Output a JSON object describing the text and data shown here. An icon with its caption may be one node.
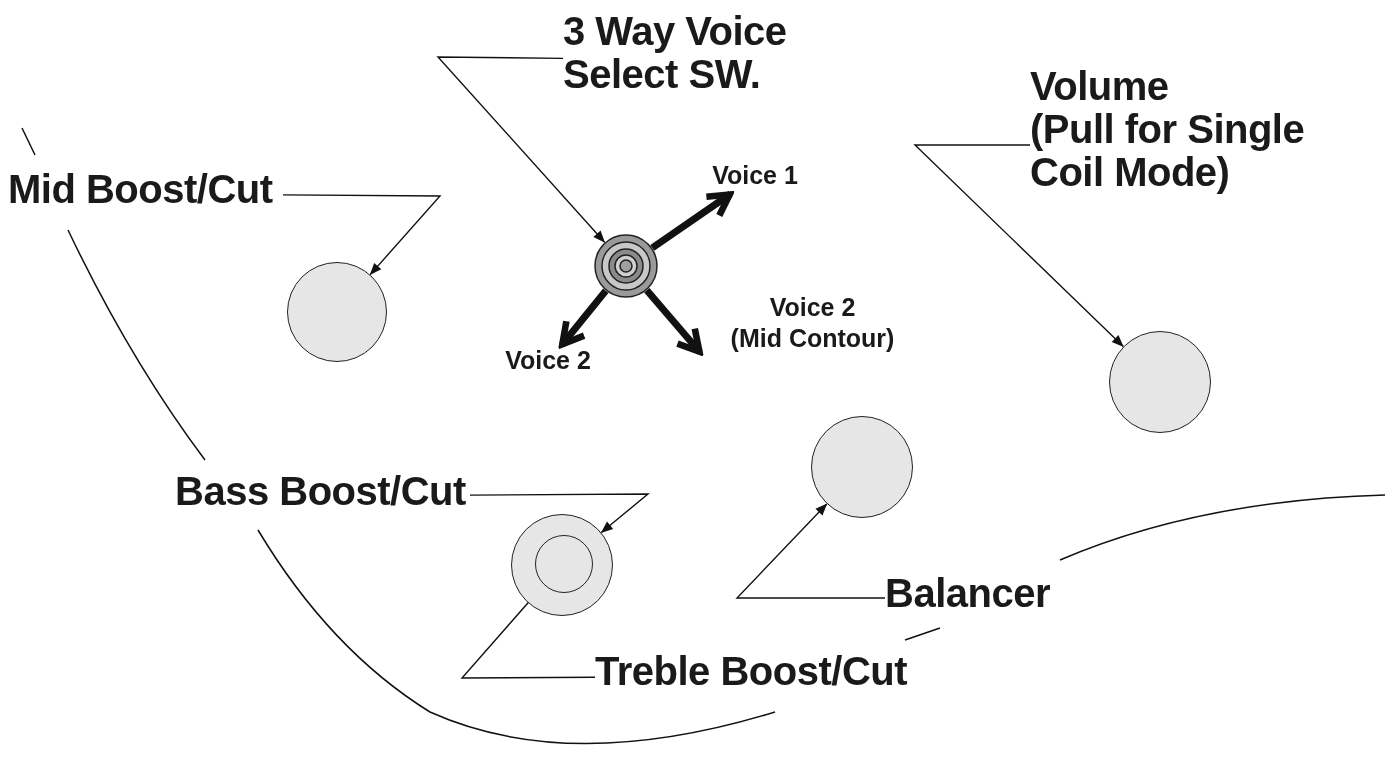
{
  "diagram": {
    "nodes": [
      {
        "text": [
          "3 Way Voice Select SW."
        ]
      },
      {
        "text": [],
        "shape": "circle"
      },
      {
        "text": [
          "Mid Boost/Cut"
        ]
      },
      {
        "text": [],
        "shape": "circle"
      },
      {
        "text": [
          "Volume",
          "(Pull for Single Coil Mode)"
        ]
      },
      {
        "text": [],
        "shape": "circle"
      },
      {
        "text": [
          "Bass Boost/Cut"
        ]
      },
      {
        "text": [],
        "shape": "circle"
      },
      {
        "text": [],
        "shape": "circle",
        "in": 7
      },
      {
        "text": [
          "Treble Boost/Cut"
        ]
      },
      {
        "text": [],
        "shape": "circle"
      },
      {
        "text": [
          "Balancer"
        ]
      },
      {
        "text": [
          "Voice 1"
        ]
      },
      {
        "text": [
          "Voice 2"
        ]
      },
      {
        "text": [
          "Voice 2 (Mid Contour)"
        ]
      }
    ],
    "edges": [
      {
        "from": 0,
        "to": 1,
        "arrow": "to"
      },
      {
        "from": 2,
        "to": 3,
        "arrow": "to"
      },
      {
        "from": 4,
        "to": 5,
        "arrow": "to"
      },
      {
        "from": 6,
        "to": 7,
        "arrow": "to"
      },
      {
        "from": 9,
        "to": 8,
        "arrow": "to"
      },
      {
        "from": 11,
        "to": 10,
        "arrow": "to"
      },
      {
        "from": 1,
        "to": 12,
        "arrow": "to",
        "style": "thick"
      },
      {
        "from": 1,
        "to": 13,
        "arrow": "to",
        "style": "thick"
      },
      {
        "from": 1,
        "to": 14,
        "arrow": "to",
        "style": "thick"
      }
    ]
  }
}
